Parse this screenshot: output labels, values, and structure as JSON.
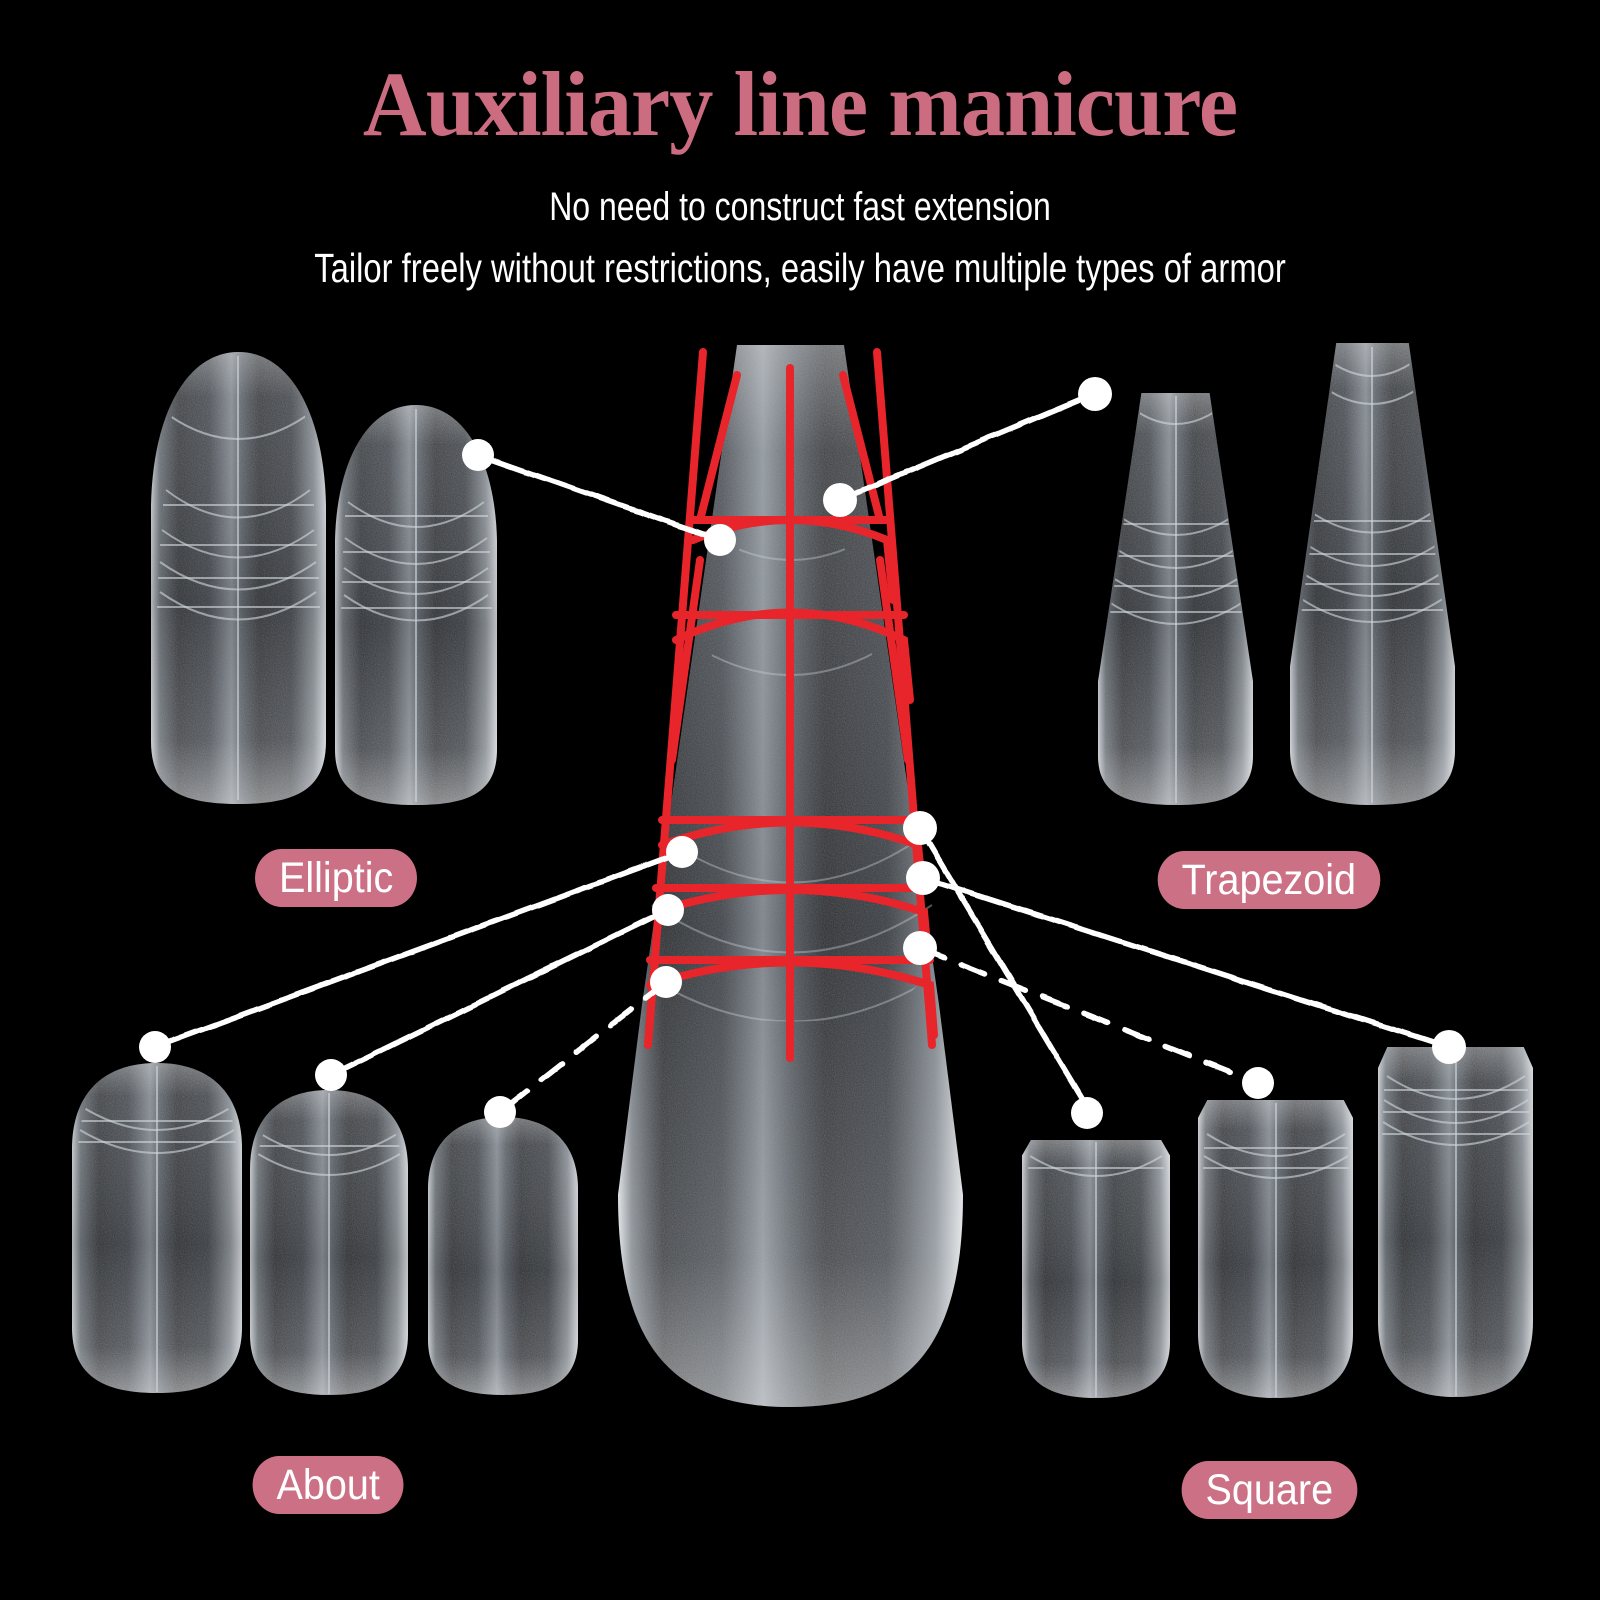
{
  "page": {
    "background_color": "#000000",
    "accent_pink": "#cc6c80",
    "badge_pink": "#cc7185",
    "guide_line_red": "#e8252b",
    "connector_white": "#ffffff"
  },
  "header": {
    "title": "Auxiliary line manicure",
    "subtitle_1": "No need to construct fast extension",
    "subtitle_2": "Tailor freely without restrictions, easily have multiple types of armor"
  },
  "badges": {
    "elliptic": "Elliptic",
    "trapezoid": "Trapezoid",
    "about": "About",
    "square": "Square"
  },
  "nail_groups": [
    {
      "id": "elliptic",
      "label": "Elliptic",
      "count": 2,
      "shape": "elliptic-almond-tip"
    },
    {
      "id": "trapezoid",
      "label": "Trapezoid",
      "count": 2,
      "shape": "trapezoid-flat-tip"
    },
    {
      "id": "about",
      "label": "About",
      "count": 3,
      "shape": "round-oval-tip"
    },
    {
      "id": "square",
      "label": "Square",
      "count": 3,
      "shape": "square-flat-tip"
    }
  ],
  "center_nail": {
    "name": "master-auxiliary-line-nail-tip",
    "guide_lines": "red-auxiliary-grid"
  }
}
